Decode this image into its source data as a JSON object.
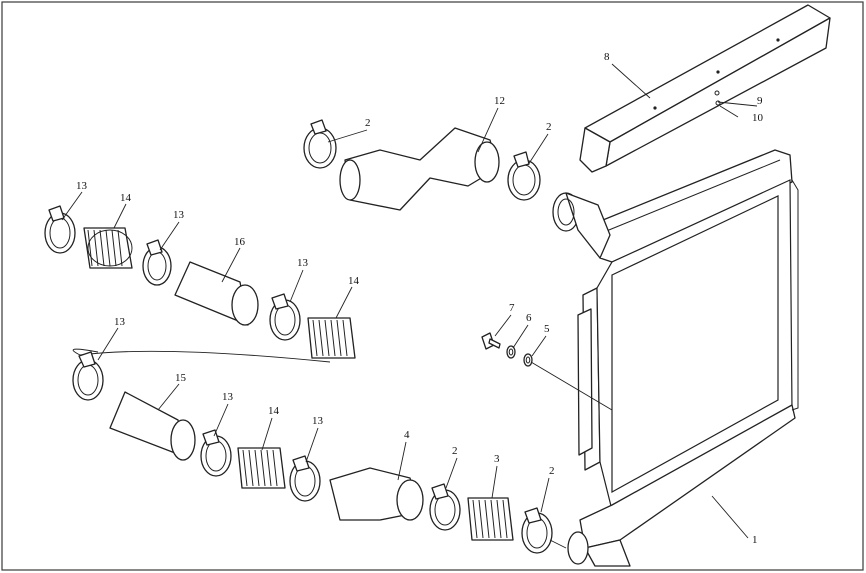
{
  "diagram": {
    "callouts": [
      {
        "id": "c1",
        "text": "1"
      },
      {
        "id": "c2a",
        "text": "2"
      },
      {
        "id": "c2b",
        "text": "2"
      },
      {
        "id": "c2c",
        "text": "2"
      },
      {
        "id": "c2d",
        "text": "2"
      },
      {
        "id": "c3",
        "text": "3"
      },
      {
        "id": "c4",
        "text": "4"
      },
      {
        "id": "c5",
        "text": "5"
      },
      {
        "id": "c6",
        "text": "6"
      },
      {
        "id": "c7",
        "text": "7"
      },
      {
        "id": "c8",
        "text": "8"
      },
      {
        "id": "c9",
        "text": "9"
      },
      {
        "id": "c10",
        "text": "10"
      },
      {
        "id": "c12",
        "text": "12"
      },
      {
        "id": "c13a",
        "text": "13"
      },
      {
        "id": "c13b",
        "text": "13"
      },
      {
        "id": "c13c",
        "text": "13"
      },
      {
        "id": "c13d",
        "text": "13"
      },
      {
        "id": "c13e",
        "text": "13"
      },
      {
        "id": "c13f",
        "text": "13"
      },
      {
        "id": "c14a",
        "text": "14"
      },
      {
        "id": "c14b",
        "text": "14"
      },
      {
        "id": "c14c",
        "text": "14"
      },
      {
        "id": "c15",
        "text": "15"
      },
      {
        "id": "c16",
        "text": "16"
      }
    ]
  }
}
